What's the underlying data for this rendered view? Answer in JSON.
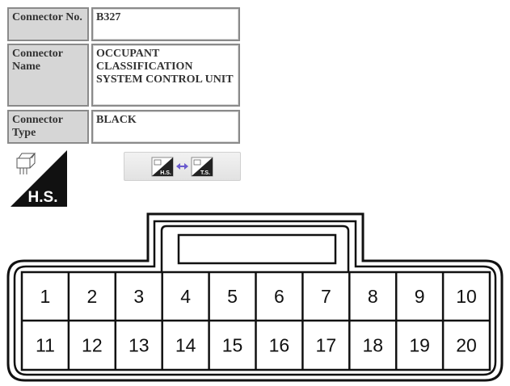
{
  "info": {
    "connector_no_label": "Connector No.",
    "connector_no_value": "B327",
    "connector_name_label": "Connector Name",
    "connector_name_value": "OCCUPANT CLASSIFICATION SYSTEM CONTROL UNIT",
    "connector_type_label": "Connector Type",
    "connector_type_value": "BLACK"
  },
  "logo": {
    "text": "H.S.",
    "icon": "harness-side-icon"
  },
  "toggle": {
    "left_label": "H.S.",
    "right_label": "T.S.",
    "arrow_color": "#6a5acd"
  },
  "connector": {
    "top_row": [
      "1",
      "2",
      "3",
      "4",
      "5",
      "6",
      "7",
      "8",
      "9",
      "10"
    ],
    "bottom_row": [
      "11",
      "12",
      "13",
      "14",
      "15",
      "16",
      "17",
      "18",
      "19",
      "20"
    ]
  }
}
